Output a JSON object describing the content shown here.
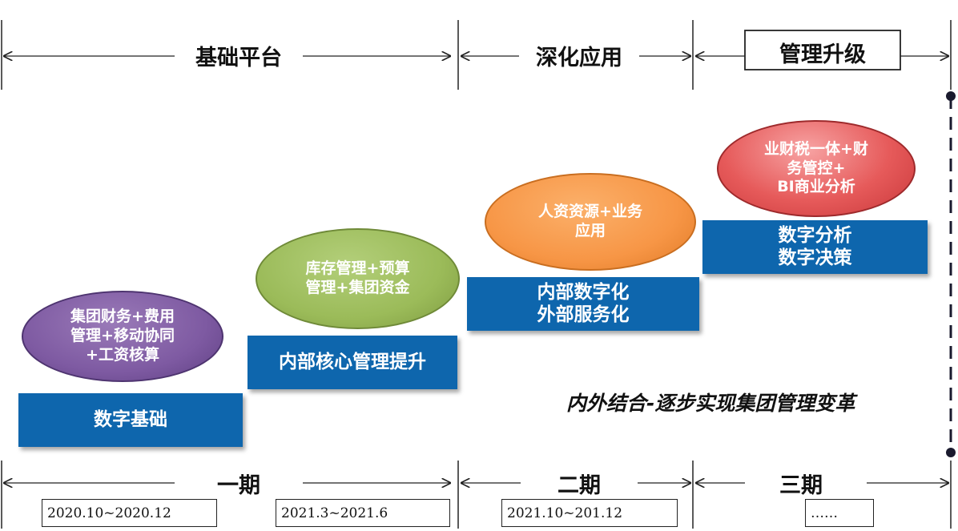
{
  "top_stages": [
    {
      "label": "基础平台"
    },
    {
      "label": "深化应用"
    },
    {
      "label": "管理升级"
    }
  ],
  "bottom_periods": [
    {
      "label": "一期",
      "date": "2020.10~2020.12"
    },
    {
      "label": "二期",
      "date": "2021.3~2021.6"
    },
    {
      "label": "三期",
      "date": "2021.10~201.12"
    },
    {
      "date": "……"
    }
  ],
  "steps": [
    {
      "box": "数字基础",
      "oval": "集团财务+费用\n管理+移动协同\n+工资核算",
      "oval_color": "#7e5aa2"
    },
    {
      "box": "内部核心管理提升",
      "oval": "库存管理+预算\n管理+集团资金",
      "oval_color": "#9bbb59"
    },
    {
      "box": "内部数字化\n外部服务化",
      "oval": "人资资源+业务\n应用",
      "oval_color": "#f79646"
    },
    {
      "box": "数字分析\n数字决策",
      "oval": "业财税一体+财\n务管控+\nBI商业分析",
      "oval_color": "#e0474c"
    }
  ],
  "slogan": "内外结合-逐步实现集团管理变革",
  "colors": {
    "box": "#0e66ad",
    "line": "#1a1a2e"
  }
}
